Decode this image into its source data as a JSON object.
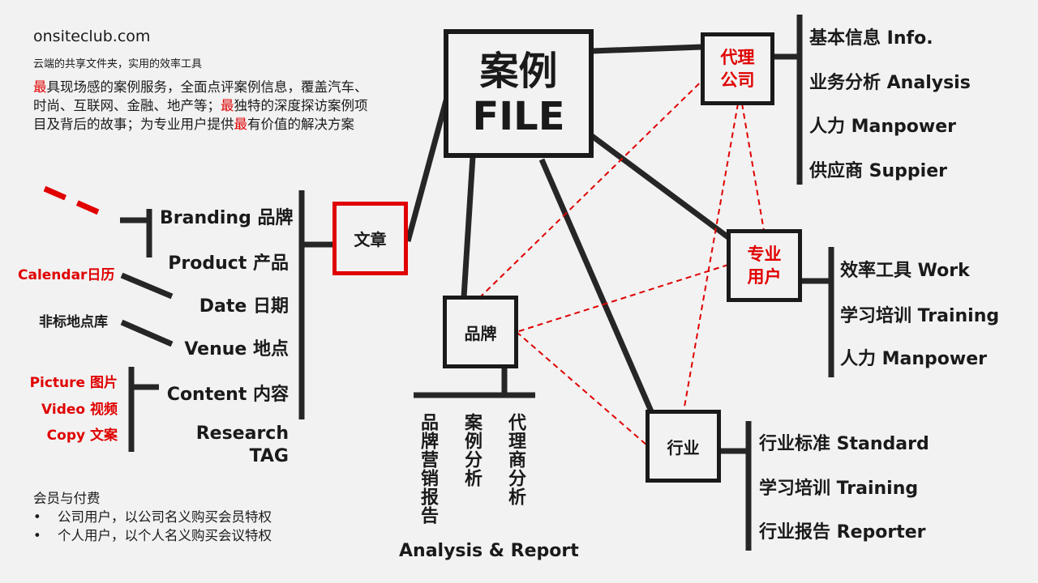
{
  "site": {
    "domain": "onsiteclub.com",
    "tagline": "云端的共享文件夹，实用的效率工具",
    "desc_parts": [
      "最",
      "具现场感的案例服务，全面点评案例信息，覆盖汽车、时尚、互联网、金融、地产等；",
      "最",
      "独特的深度探访案例项目及背后的故事；为专业用户提供",
      "最",
      "有价值的解决方案"
    ]
  },
  "membership": {
    "title": "会员与付费",
    "items": [
      "公司用户，以公司名义购买会员特权",
      "个人用户，以个人名义购买会议特权"
    ]
  },
  "center": {
    "line1": "案例",
    "line2": "FILE"
  },
  "article": {
    "label": "文章",
    "items": [
      "Branding 品牌",
      "Product 产品",
      "Date 日期",
      "Venue 地点",
      "Content 内容",
      "Research",
      "TAG"
    ],
    "side_calendar": "Calendar日历",
    "side_venue": "非标地点库",
    "side_content": [
      "Picture 图片",
      "Video 视频",
      "Copy 文案"
    ]
  },
  "agency": {
    "line1": "代理",
    "line2": "公司",
    "items": [
      "基本信息 Info.",
      "业务分析 Analysis",
      "人力 Manpower",
      "供应商 Suppier"
    ]
  },
  "pro_user": {
    "line1": "专业",
    "line2": "用户",
    "items": [
      "效率工具 Work",
      "学习培训 Training",
      "人力 Manpower"
    ]
  },
  "brand": {
    "label": "品牌",
    "reports": [
      "品牌营销报告",
      "案例分析",
      "代理商分析"
    ],
    "footer": "Analysis & Report"
  },
  "industry": {
    "label": "行业",
    "items": [
      "行业标准 Standard",
      "学习培训 Training",
      "行业报告 Reporter"
    ]
  },
  "colors": {
    "accent": "#e00000",
    "ink": "#1a1a1a",
    "background": "#f2f2f2"
  }
}
